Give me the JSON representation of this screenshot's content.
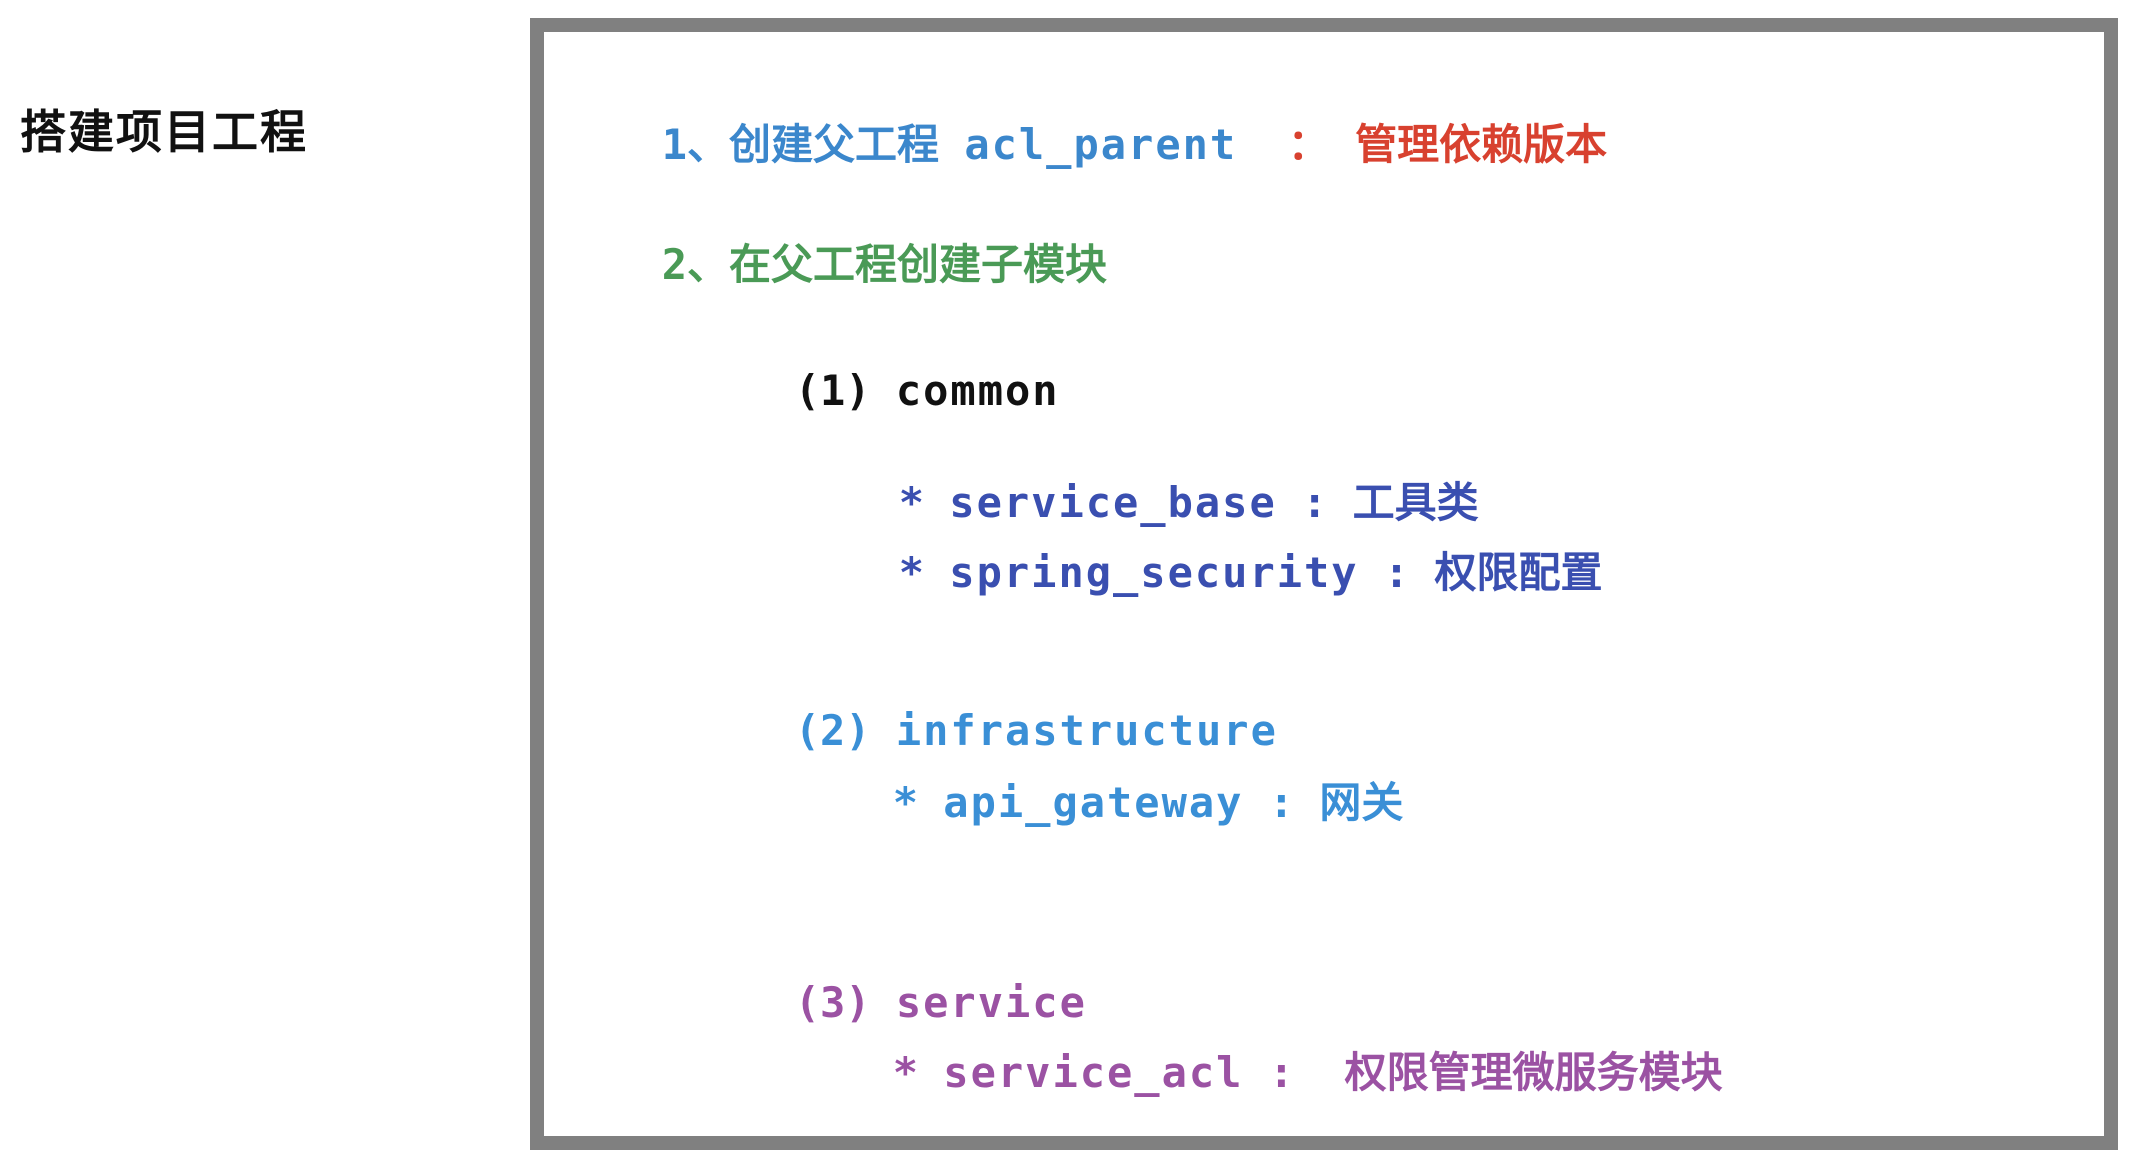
{
  "title": "搭建项目工程",
  "colors": {
    "border": "#808080",
    "step1": "#3b87cc",
    "step1_note": "#d8412f",
    "step2": "#4a9a56",
    "common": "#111111",
    "common_items": "#3a4fb0",
    "infrastructure": "#3a8fd6",
    "service": "#9b52a3"
  },
  "steps": [
    {
      "num": "1、",
      "label": "创建父工程",
      "code": "acl_parent",
      "sep": "：",
      "note": "管理依赖版本"
    },
    {
      "num": "2、",
      "label": "在父工程创建子模块"
    }
  ],
  "modules": [
    {
      "index": "(1)",
      "name": "common",
      "items": [
        {
          "bullet": "*",
          "name": "service_base",
          "sep": ":",
          "desc": "工具类"
        },
        {
          "bullet": "*",
          "name": "spring_security",
          "sep": ":",
          "desc": "权限配置"
        }
      ]
    },
    {
      "index": "(2)",
      "name": "infrastructure",
      "items": [
        {
          "bullet": "*",
          "name": "api_gateway",
          "sep": ":",
          "desc": "网关"
        }
      ]
    },
    {
      "index": "(3)",
      "name": "service",
      "items": [
        {
          "bullet": "*",
          "name": "service_acl",
          "sep": ":",
          "desc": "权限管理微服务模块"
        }
      ]
    }
  ]
}
